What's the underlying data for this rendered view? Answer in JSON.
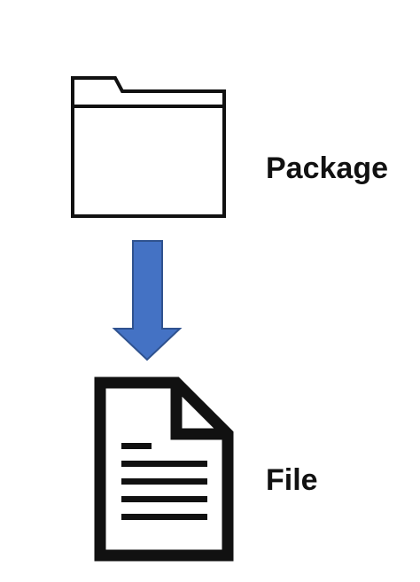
{
  "nodes": [
    {
      "id": "package",
      "label": "Package",
      "icon": "folder-icon"
    },
    {
      "id": "file",
      "label": "File",
      "icon": "document-icon"
    }
  ],
  "edges": [
    {
      "from": "package",
      "to": "file",
      "icon": "arrow-down-icon"
    }
  ],
  "colors": {
    "outline": "#111111",
    "arrow_fill": "#4472c4",
    "arrow_stroke": "#2f528f",
    "background": "#ffffff"
  }
}
